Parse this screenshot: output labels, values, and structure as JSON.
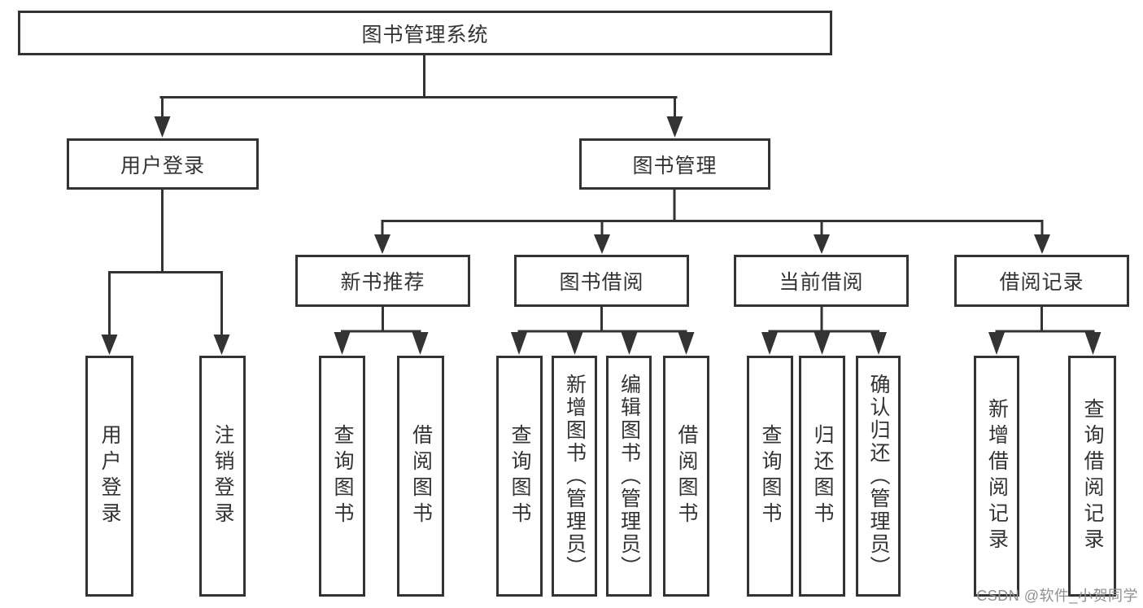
{
  "diagram": {
    "root": {
      "label": "图书管理系统"
    },
    "level2": [
      {
        "label": "用户登录"
      },
      {
        "label": "图书管理"
      }
    ],
    "level3": [
      {
        "label": "新书推荐"
      },
      {
        "label": "图书借阅"
      },
      {
        "label": "当前借阅"
      },
      {
        "label": "借阅记录"
      }
    ],
    "leaves": [
      {
        "label": "用户登录"
      },
      {
        "label": "注销登录"
      },
      {
        "label": "查询图书"
      },
      {
        "label": "借阅图书"
      },
      {
        "label": "查询图书"
      },
      {
        "label": "新增图书（管理员）"
      },
      {
        "label": "编辑图书（管理员）"
      },
      {
        "label": "借阅图书"
      },
      {
        "label": "查询图书"
      },
      {
        "label": "归还图书"
      },
      {
        "label": "确认归还（管理员）"
      },
      {
        "label": "新增借阅记录"
      },
      {
        "label": "查询借阅记录"
      }
    ]
  },
  "watermark": {
    "text": "CSDN @软件_小贺同学"
  },
  "colors": {
    "line": "#333333",
    "text": "#333333",
    "box_background": "#ffffff",
    "watermark": "#8f8f8f",
    "page_background": "#ffffff"
  }
}
